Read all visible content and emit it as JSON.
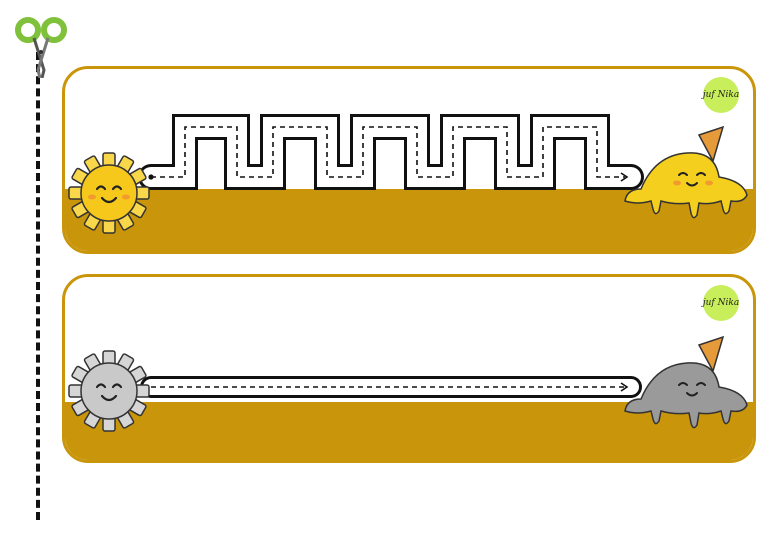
{
  "colors": {
    "card_border": "#c9950a",
    "ground": "#c9950a",
    "badge": "#c8ef5b",
    "sun_yellow": "#f7c81c",
    "sun_ray_yellow": "#f9d74a",
    "sun_gray": "#c9c9c9",
    "icecream_yellow": "#f5cf1e",
    "icecream_gray": "#9a9a9a",
    "cone": "#e59b3a",
    "scissors_green": "#7fc13b"
  },
  "icons": {
    "scissors": "scissors-icon",
    "sun": "sun-icon",
    "icecream": "melted-icecream-icon"
  },
  "cards": [
    {
      "badge_text": "juf Nika",
      "path_type": "square-wave",
      "sun_color": "yellow",
      "icecream_color": "yellow"
    },
    {
      "badge_text": "juf Nika",
      "path_type": "straight",
      "sun_color": "gray",
      "icecream_color": "gray"
    }
  ]
}
